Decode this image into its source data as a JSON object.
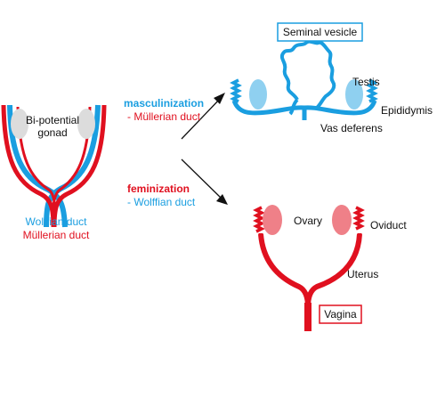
{
  "colors": {
    "wolffian": "#1a9ee0",
    "mullerian": "#e0101f",
    "gonad": "#dcdcdc",
    "testis": "#8fd0f0",
    "ovary": "#ef8088",
    "text": "#111111",
    "arrow": "#111111"
  },
  "left": {
    "gonad_label_line1": "Bi-potential",
    "gonad_label_line2": "gonad",
    "wolffian_label": "Wolffian duct",
    "mullerian_label": "Müllerian duct"
  },
  "arrows": {
    "masculinization": "masculinization",
    "masc_sub": "- Müllerian duct",
    "feminization": "feminization",
    "fem_sub": "- Wolffian duct"
  },
  "male": {
    "seminal_vesicle": "Seminal vesicle",
    "testis": "Testis",
    "epididymis": "Epididymis",
    "vas_deferens": "Vas deferens"
  },
  "female": {
    "ovary": "Ovary",
    "oviduct": "Oviduct",
    "uterus": "Uterus",
    "vagina": "Vagina"
  }
}
